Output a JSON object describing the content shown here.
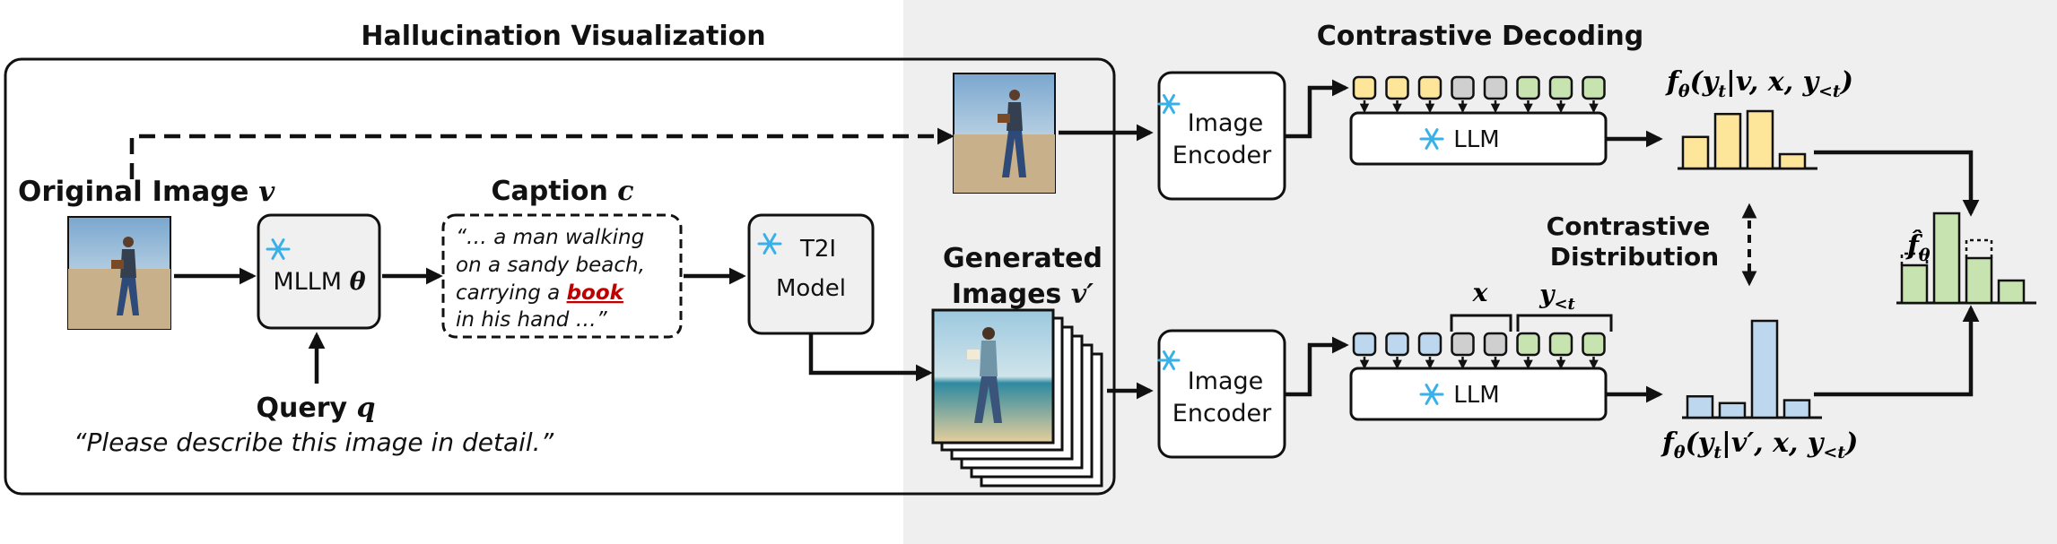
{
  "sections": {
    "hallucination_title": "Hallucination Visualization",
    "decoding_title": "Contrastive Decoding"
  },
  "inputs": {
    "original_image_label": "Original Image",
    "original_image_sym": "v",
    "query_label": "Query",
    "query_sym": "q",
    "query_text": "“Please describe this image in detail.”"
  },
  "mllm": {
    "label": "MLLM",
    "sym": "θ"
  },
  "caption": {
    "label": "Caption",
    "sym": "c",
    "lines": [
      "“… a man walking",
      "on a sandy beach,",
      "carrying a",
      "in his hand …”"
    ],
    "highlight": "book"
  },
  "t2i": {
    "line1": "T2I",
    "line2": "Model"
  },
  "generated": {
    "line1": "Generated",
    "line2": "Images",
    "sym": "v′"
  },
  "encoders": {
    "line1": "Image",
    "line2": "Encoder"
  },
  "llm": {
    "label": "LLM"
  },
  "tokens": {
    "x_label": "x",
    "y_label": "y",
    "y_sub": "<t"
  },
  "contrast": {
    "line1": "Contrastive",
    "line2": "Distribution"
  },
  "distributions": {
    "top": {
      "f": "f",
      "sub": "θ",
      "args": "(y",
      "args_sub": "t",
      "cond": "|v, x, y",
      "cond_sub": "<t",
      "close": ")"
    },
    "bottom": {
      "f": "f",
      "sub": "θ",
      "args": "(y",
      "args_sub": "t",
      "cond": "|v′, x, y",
      "cond_sub": "<t",
      "close": ")"
    },
    "final": {
      "f": "f̂",
      "sub": "θ"
    }
  },
  "colors": {
    "image_token": "#fde59a",
    "image_token_alt": "#bcd7ee",
    "text_token": "#cfcfcf",
    "output_token": "#c7e3b0",
    "top_bars": "#fde59a",
    "bottom_bars": "#bcd7ee",
    "final_bars": "#c7e3b0",
    "snowflake": "#3ab0e8",
    "highlight_text": "#c00000"
  },
  "chart_data": [
    {
      "type": "bar",
      "name": "",
      "values": [
        0.55,
        0.95,
        1.0,
        0.25
      ]
    },
    {
      "type": "bar",
      "name": "",
      "values": [
        0.22,
        0.15,
        1.0,
        0.18
      ]
    },
    {
      "type": "bar",
      "name": "",
      "values": [
        0.42,
        1.0,
        0.5,
        0.25
      ],
      "previous": [
        0.55,
        0.7
      ]
    }
  ]
}
